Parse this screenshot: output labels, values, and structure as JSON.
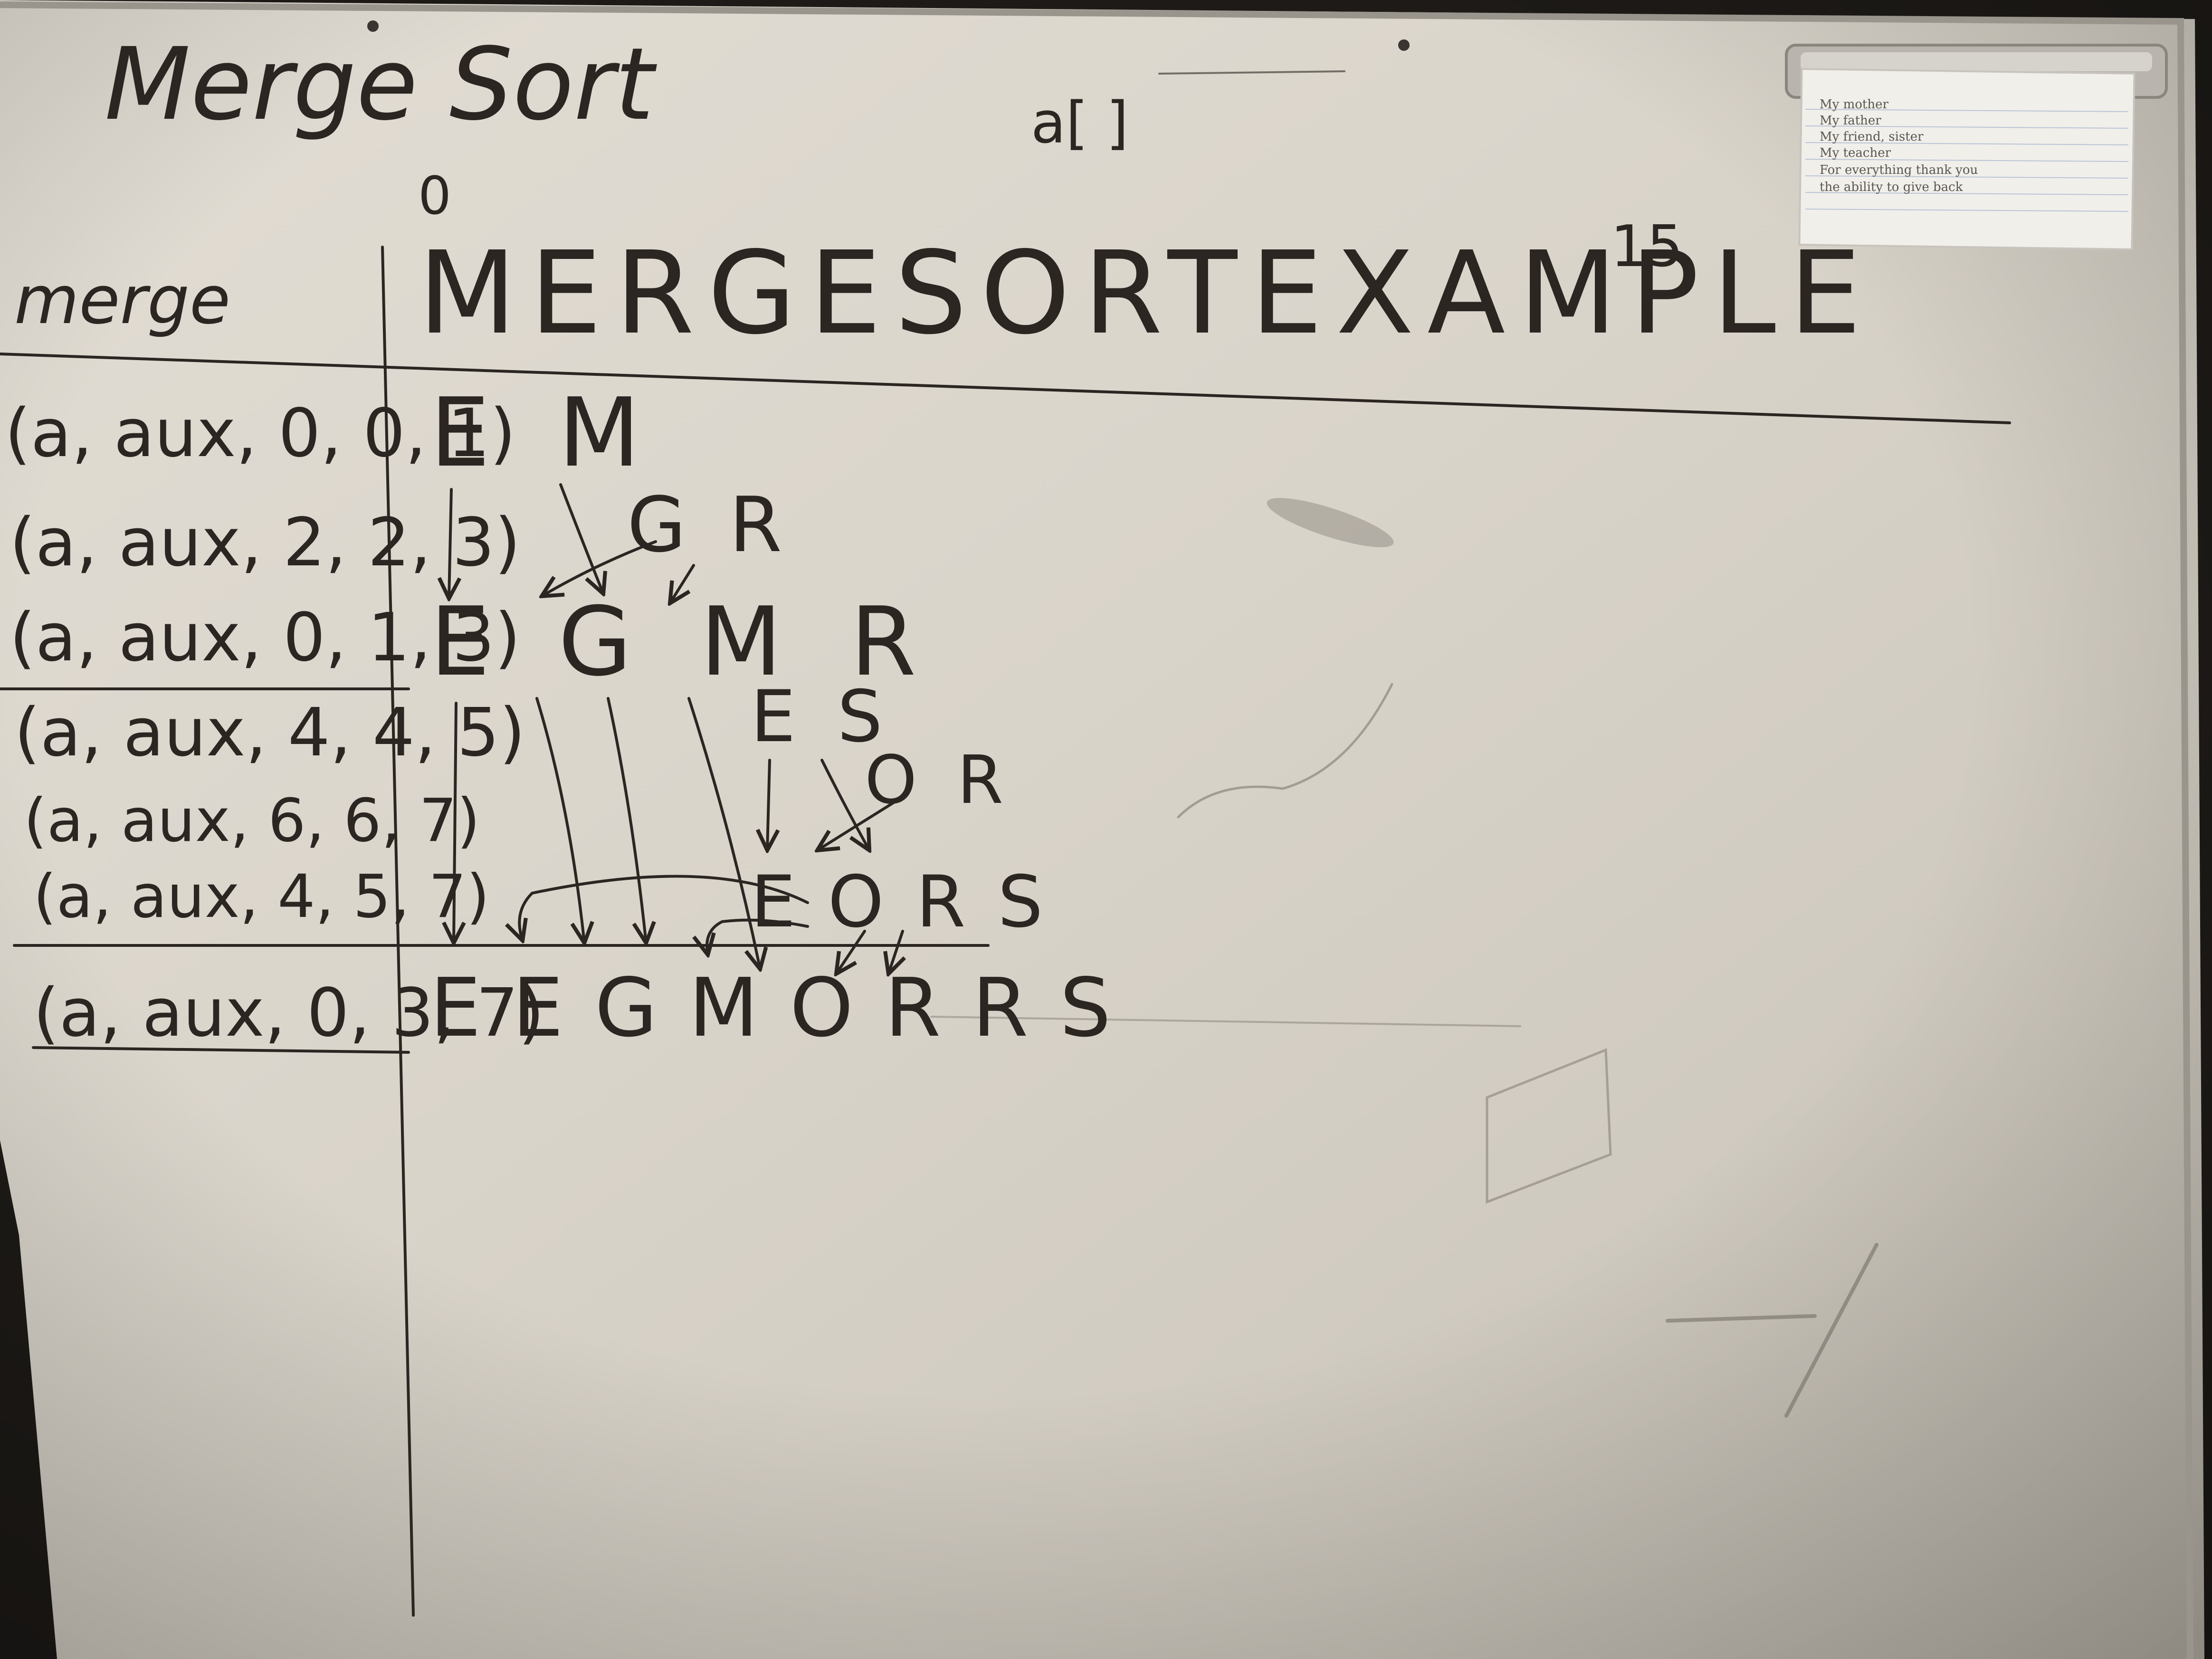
{
  "board": {
    "title": "Merge Sort",
    "array_label": "a[ ]",
    "index_start": "0",
    "index_end": "15",
    "input_sequence": "MERGESORTEXAMPLE",
    "column_header": "merge"
  },
  "rows": [
    {
      "call": "(a, aux, 0, 0, 1)",
      "result": "E M"
    },
    {
      "call": "(a, aux, 2, 2, 3)",
      "result": "G R"
    },
    {
      "call": "(a, aux, 0, 1, 3)",
      "result": "E G M R"
    },
    {
      "call": "(a, aux, 4, 4, 5)",
      "result": "E S"
    },
    {
      "call": "(a, aux, 6, 6, 7)",
      "result": "O R"
    },
    {
      "call": "(a, aux, 4, 5, 7)",
      "result": "E O R S"
    },
    {
      "call": "(a, aux, 0, 3, 7)",
      "result": "E E G M O R R S"
    }
  ],
  "note_card": {
    "lines": [
      "My mother",
      "My father",
      "My friend, sister",
      "My teacher",
      "For everything thank you",
      "the ability to give back"
    ]
  }
}
